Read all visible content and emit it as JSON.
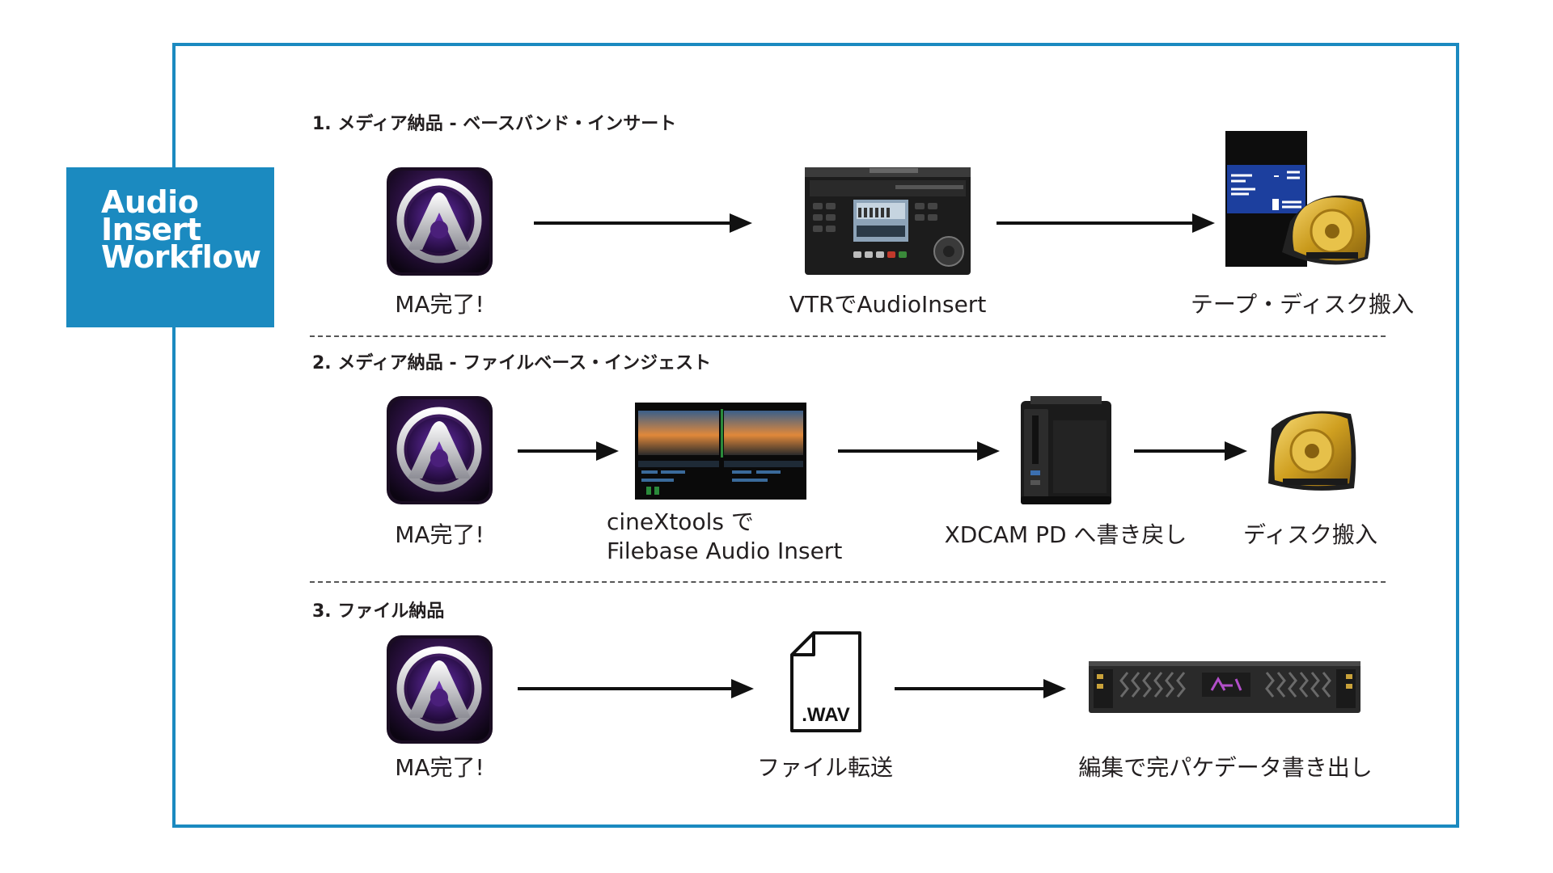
{
  "title": {
    "lines": [
      "Audio",
      "Insert",
      "Workflow"
    ]
  },
  "sections": [
    {
      "heading": "1. メディア納品 - ベースバンド・インサート",
      "steps": [
        {
          "label": "MA完了!",
          "icon": "pro-tools-icon"
        },
        {
          "label": "VTRでAudioInsert",
          "icon": "vtr-deck-icon"
        },
        {
          "label": "テープ・ディスク搬入",
          "icon": "tape-disc-icon"
        }
      ]
    },
    {
      "heading": "2. メディア納品 - ファイルベース・インジェスト",
      "steps": [
        {
          "label": "MA完了!",
          "icon": "pro-tools-icon"
        },
        {
          "label_lines": [
            "cineXtools で",
            "Filebase Audio Insert"
          ],
          "icon": "cinextools-screen-icon"
        },
        {
          "label": "XDCAM PD へ書き戻し",
          "icon": "xdcam-drive-icon"
        },
        {
          "label": "ディスク搬入",
          "icon": "professional-disc-icon"
        }
      ]
    },
    {
      "heading": "3. ファイル納品",
      "steps": [
        {
          "label": "MA完了!",
          "icon": "pro-tools-icon"
        },
        {
          "label": "ファイル転送",
          "icon": "wav-file-icon",
          "icon_text": ".WAV"
        },
        {
          "label": "編集で完パケデータ書き出し",
          "icon": "avid-nexis-storage-icon"
        }
      ]
    }
  ],
  "colors": {
    "accent": "#1b8ac0",
    "text": "#231f20",
    "arrow": "#111111"
  }
}
